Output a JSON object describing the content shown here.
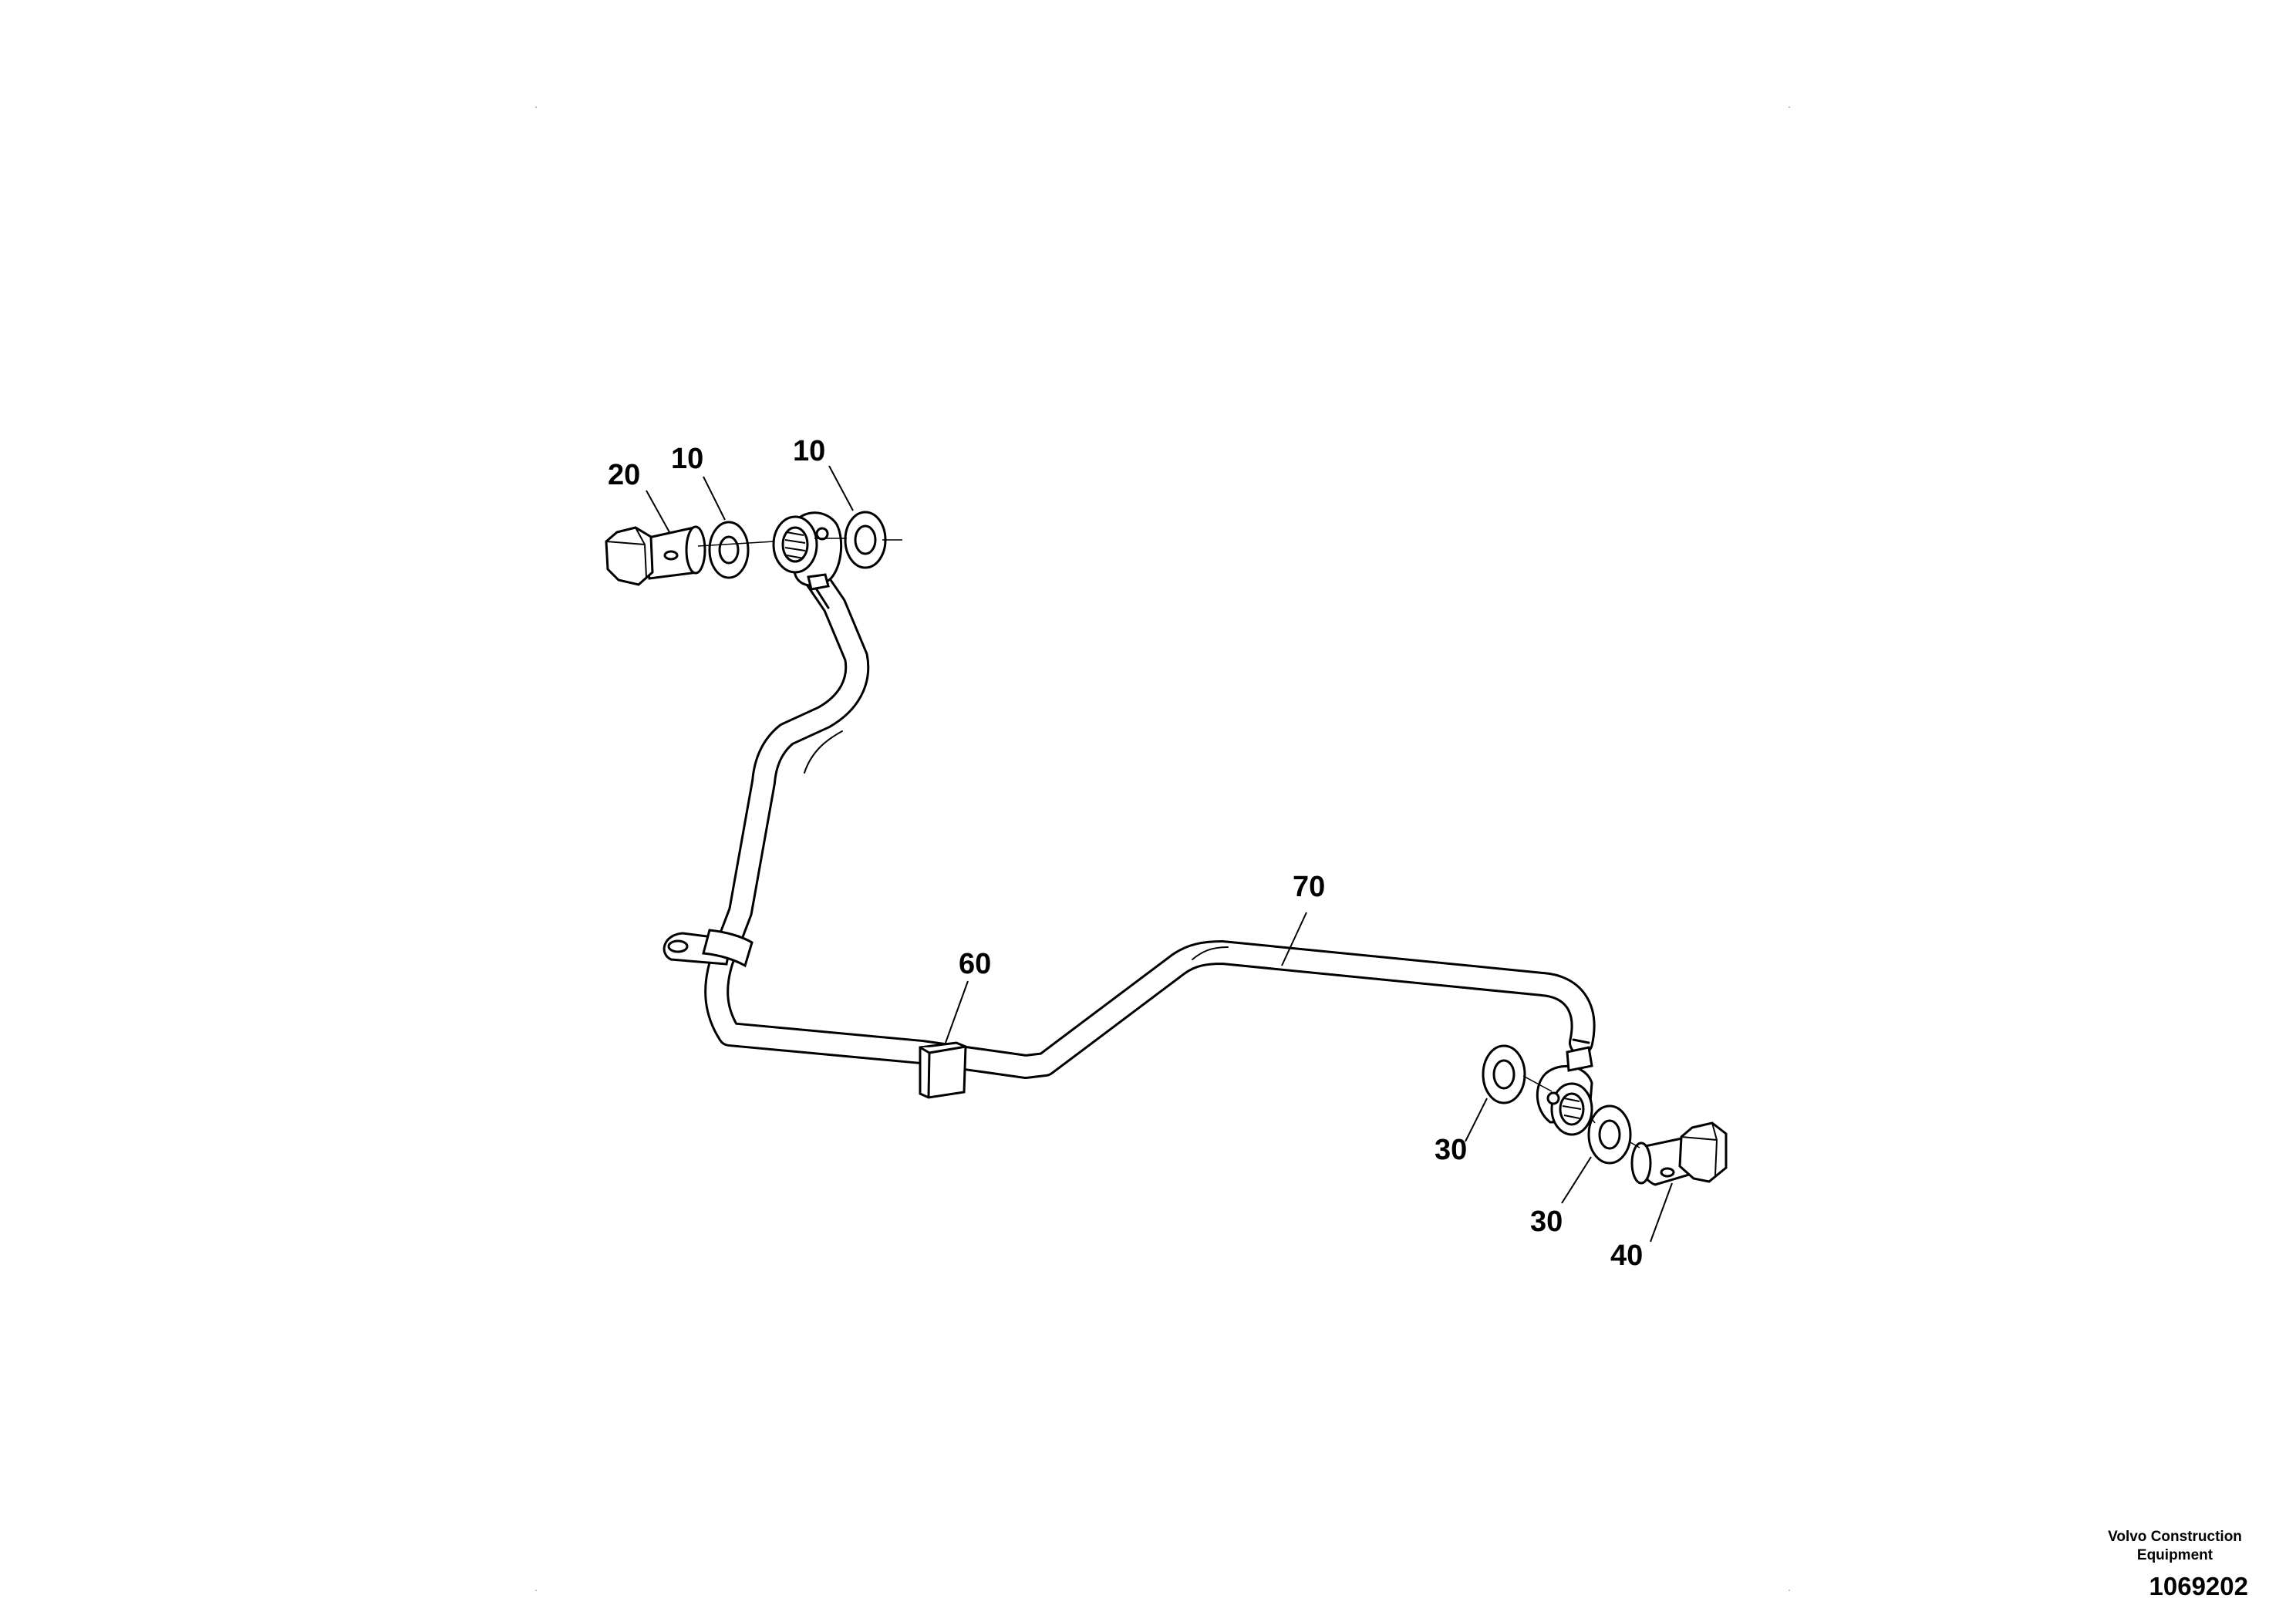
{
  "diagram": {
    "callouts": {
      "bolt_left": "20",
      "washer_left_outer": "10",
      "washer_left_inner": "10",
      "clamp": "60",
      "pipe": "70",
      "washer_right_inner": "30",
      "washer_right_outer": "30",
      "bolt_right": "40"
    }
  },
  "footer": {
    "credit_line_1": "Volvo Construction",
    "credit_line_2": "Equipment",
    "drawing_number": "1069202"
  }
}
